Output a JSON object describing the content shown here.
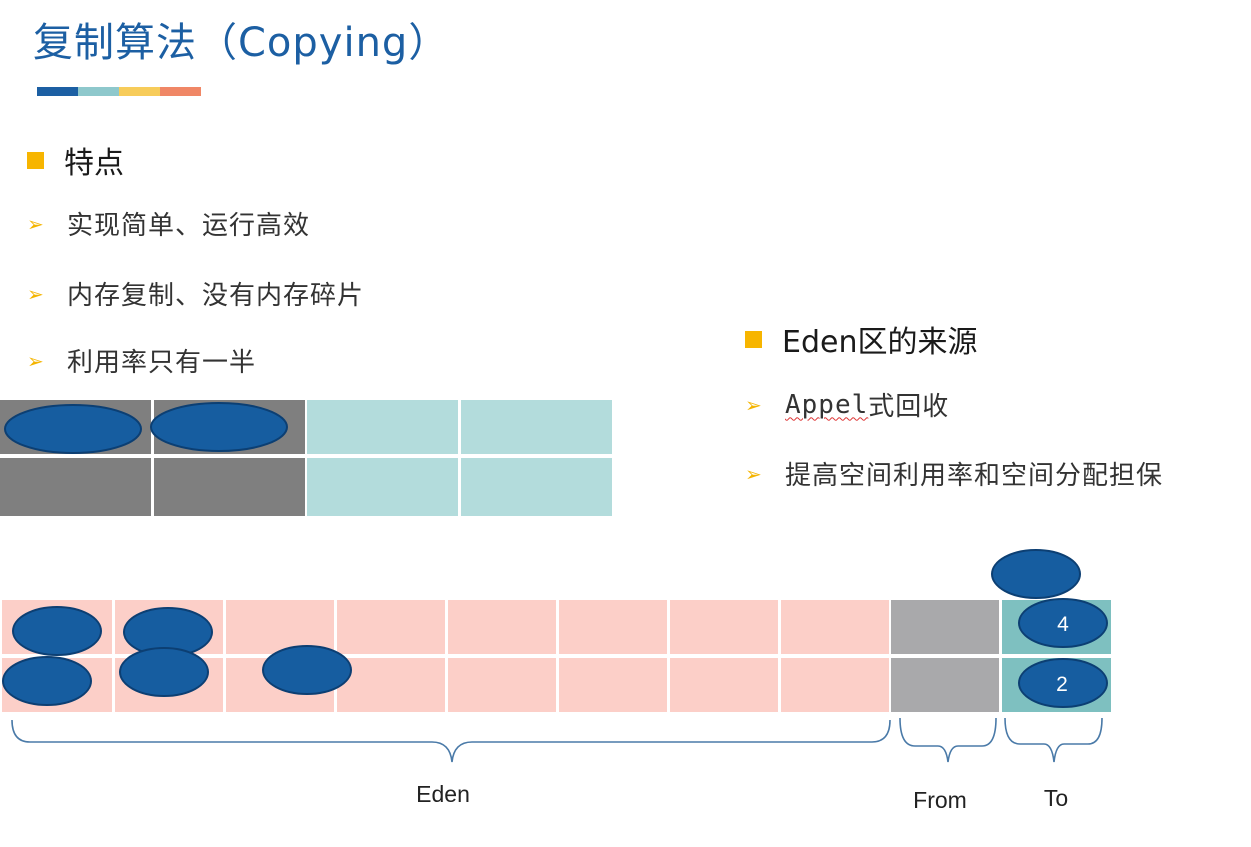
{
  "title": "复制算法（Copying）",
  "title_bar_colors": [
    "#1c5fa3",
    "#8ec8cc",
    "#f7cc5a",
    "#f08766"
  ],
  "features": {
    "heading": "特点",
    "bullets": [
      "实现简单、运行高效",
      "内存复制、没有内存碎片",
      "利用率只有一半"
    ]
  },
  "eden_origin": {
    "heading": "Eden区的来源",
    "bullets": [
      {
        "underlined": "Appel",
        "rest": "式回收"
      },
      "提高空间利用率和空间分配担保"
    ]
  },
  "diagram": {
    "labels": {
      "eden": "Eden",
      "from": "From",
      "to": "To"
    },
    "counts": [
      "4",
      "2"
    ],
    "colors": {
      "used": "#7f7f7f",
      "free": "#b3dcdc",
      "eden": "#fccfc8",
      "survivor_from": "#a9a9ab",
      "survivor_to": "#7ec0c0",
      "object": "#165da0",
      "object_border": "#0c3f73"
    }
  }
}
